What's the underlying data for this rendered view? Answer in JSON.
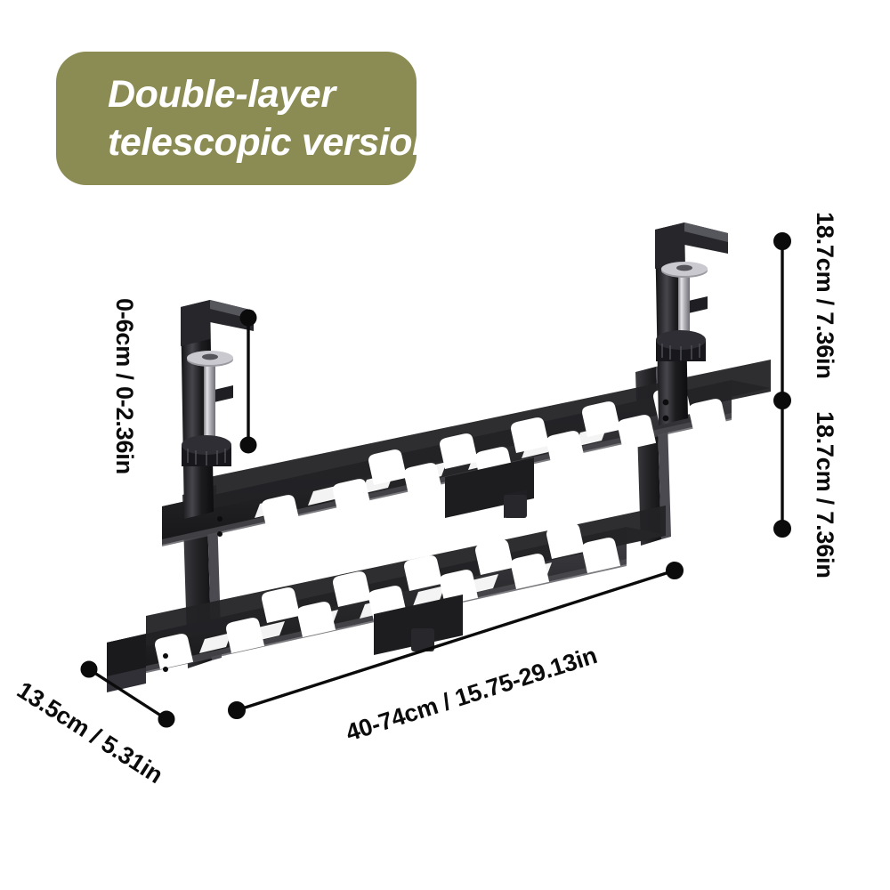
{
  "background_color": "#ffffff",
  "badge": {
    "fill_color": "#8b8c53",
    "text_color": "#ffffff",
    "line1": "Double-layer",
    "line2": "telescopic version"
  },
  "product": {
    "name": "under-desk-cable-management-rack",
    "body_color": "#2c2c2e",
    "metal_color": "#b9b9bd",
    "tiers": 2,
    "clamps": 2
  },
  "dimensions": {
    "clamp_range": {
      "label": "0-6cm / 0-2.36in",
      "orientation": "vertical",
      "value_cm": "0-6",
      "value_in": "0-2.36"
    },
    "tier_height_upper": {
      "label": "18.7cm / 7.36in",
      "orientation": "vertical",
      "value_cm": "18.7",
      "value_in": "7.36"
    },
    "tier_height_lower": {
      "label": "18.7cm / 7.36in",
      "orientation": "vertical",
      "value_cm": "18.7",
      "value_in": "7.36"
    },
    "width_range": {
      "label": "40-74cm / 15.75-29.13in",
      "orientation": "diagonal",
      "value_cm": "40-74",
      "value_in": "15.75-29.13"
    },
    "depth": {
      "label": "13.5cm / 5.31in",
      "orientation": "diagonal",
      "value_cm": "13.5",
      "value_in": "5.31"
    }
  },
  "line_color": "#0b0b0b"
}
